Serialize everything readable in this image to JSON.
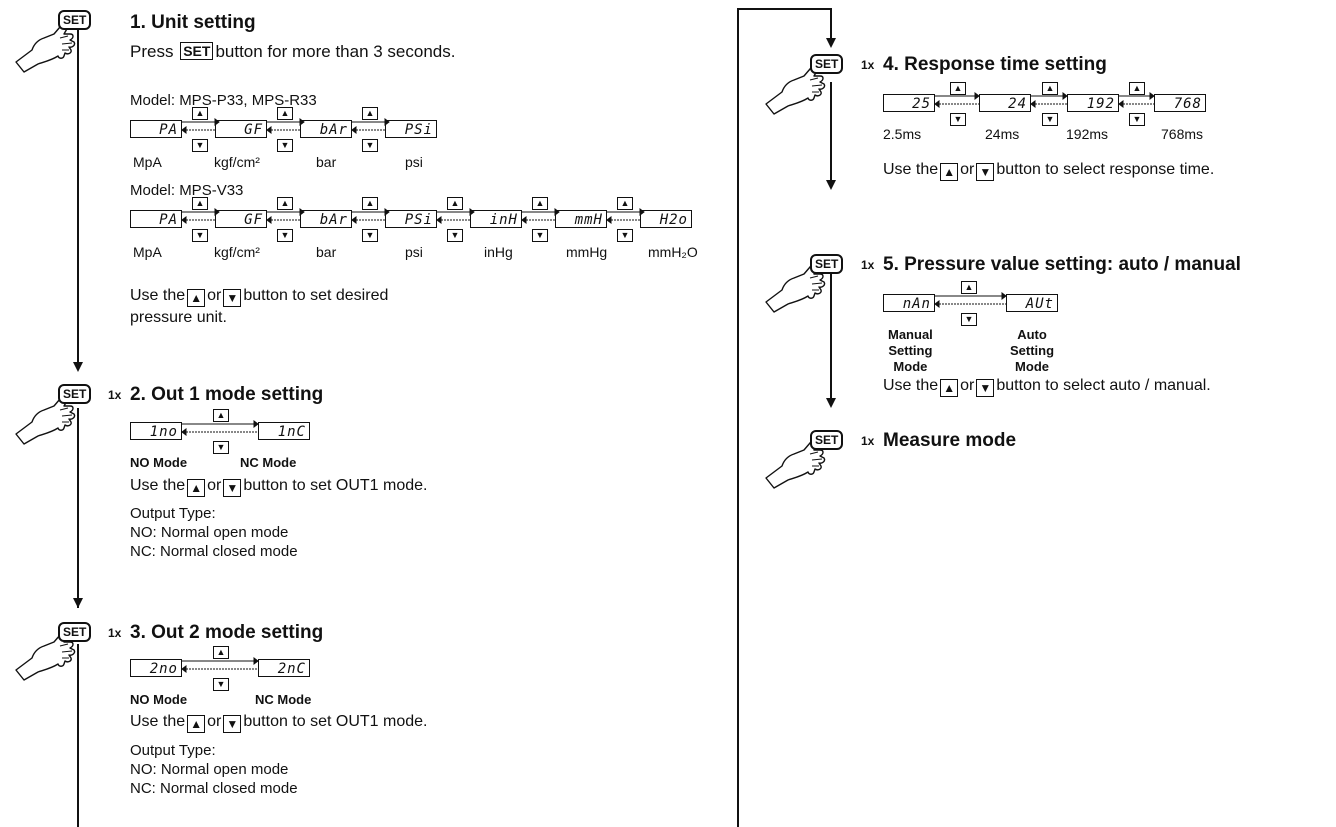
{
  "step1": {
    "title": "1. Unit setting",
    "press_prefix": "Press",
    "set_label": "SET",
    "press_suffix": "button for more than 3 seconds.",
    "model_a": "Model: MPS-P33, MPS-R33",
    "model_a_units": [
      {
        "display": "PA",
        "caption": "MpA"
      },
      {
        "display": "GF",
        "caption": "kgf/cm²"
      },
      {
        "display": "bAr",
        "caption": "bar"
      },
      {
        "display": "PSi",
        "caption": "psi"
      }
    ],
    "model_b": "Model: MPS-V33",
    "model_b_units": [
      {
        "display": "PA",
        "caption": "MpA"
      },
      {
        "display": "GF",
        "caption": "kgf/cm²"
      },
      {
        "display": "bAr",
        "caption": "bar"
      },
      {
        "display": "PSi",
        "caption": "psi"
      },
      {
        "display": "inH",
        "caption": "inHg"
      },
      {
        "display": "mmH",
        "caption": "mmHg"
      },
      {
        "display": "H2o",
        "caption": "mmH₂O"
      }
    ],
    "use_prefix": "Use the",
    "or": "or",
    "use_suffix": "button to set desired",
    "use_line2": "pressure unit."
  },
  "step2": {
    "count": "1x",
    "title": "2. Out 1 mode setting",
    "left_display": "1no",
    "right_display": "1nC",
    "left_caption": "NO Mode",
    "right_caption": "NC Mode",
    "use_prefix": "Use the",
    "or": "or",
    "use_suffix": "button to set OUT1 mode.",
    "output_type": "Output Type:",
    "no_desc": "NO: Normal open mode",
    "nc_desc": "NC: Normal closed mode"
  },
  "step3": {
    "count": "1x",
    "title": "3. Out 2 mode setting",
    "left_display": "2no",
    "right_display": "2nC",
    "left_caption": "NO Mode",
    "right_caption": "NC Mode",
    "use_prefix": "Use the",
    "or": "or",
    "use_suffix": "button to set OUT1 mode.",
    "output_type": "Output Type:",
    "no_desc": "NO: Normal open mode",
    "nc_desc": "NC: Normal closed mode"
  },
  "step4": {
    "count": "1x",
    "title": "4. Response time setting",
    "items": [
      {
        "display": "25",
        "caption": "2.5ms"
      },
      {
        "display": "24",
        "caption": "24ms"
      },
      {
        "display": "192",
        "caption": "192ms"
      },
      {
        "display": "768",
        "caption": "768ms"
      }
    ],
    "use_prefix": "Use the",
    "or": "or",
    "use_suffix": "button to select response time."
  },
  "step5": {
    "count": "1x",
    "title": "5. Pressure value setting: auto / manual",
    "left_display": "nAn",
    "right_display": "AUt",
    "left_caption": [
      "Manual",
      "Setting",
      "Mode"
    ],
    "right_caption": [
      "Auto",
      "Setting",
      "Mode"
    ],
    "use_prefix": "Use the",
    "or": "or",
    "use_suffix": "button to select auto / manual."
  },
  "step6": {
    "count": "1x",
    "title": "Measure mode"
  },
  "set_label": "SET",
  "up_glyph": "▲",
  "down_glyph": "▼"
}
